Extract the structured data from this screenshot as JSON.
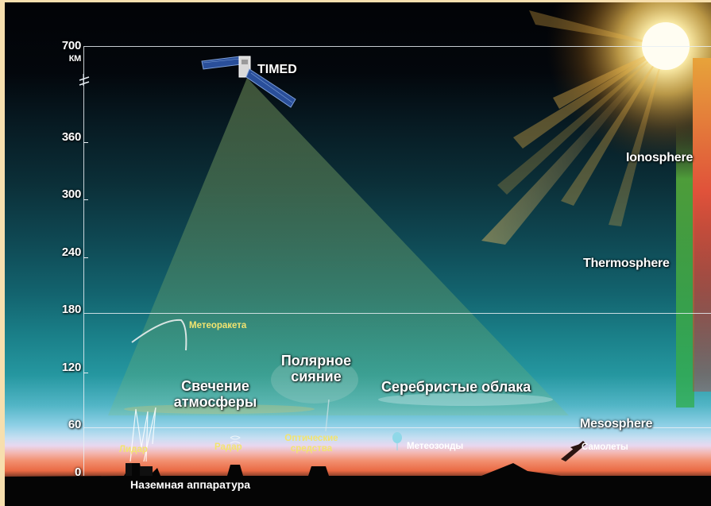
{
  "axis": {
    "top_value": "700",
    "top_unit": "КМ",
    "ticks": [
      "360",
      "300",
      "240",
      "180",
      "120",
      "60",
      "0"
    ]
  },
  "satellite": {
    "label": "TIMED"
  },
  "layers": {
    "ionosphere": "Ionosphere",
    "thermosphere": "Thermosphere",
    "mesosphere": "Mesosphere"
  },
  "phenomena": {
    "meteor_rocket": "Метеоракета",
    "aurora_line1": "Полярное",
    "aurora_line2": "сияние",
    "airglow_line1": "Свечение",
    "airglow_line2": "атмосферы",
    "noctilucent_clouds": "Серебристые облака"
  },
  "instruments": {
    "lidar": "Лидар",
    "radar": "Радар",
    "optical_line1": "Оптические",
    "optical_line2": "средства",
    "weather_balloons": "Метеозонды",
    "aircraft": "Самолеты"
  },
  "ground": {
    "label": "Наземная аппаратура"
  },
  "colors": {
    "frame": "#f7dfae",
    "label_yellow": "#f2e470",
    "green_bar": "#2fae4a",
    "red_bar": "#e0523a"
  }
}
